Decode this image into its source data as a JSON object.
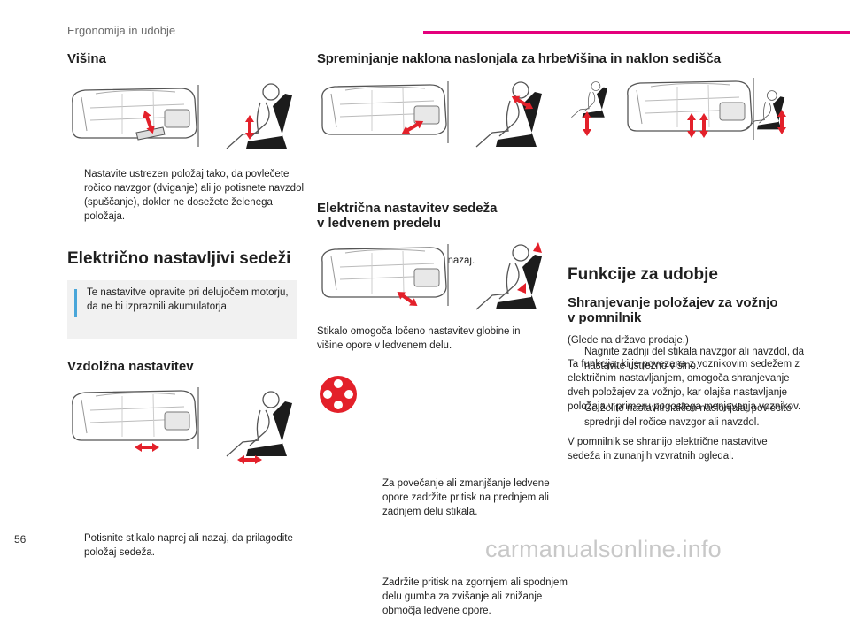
{
  "header": {
    "section": "Ergonomija in udobje"
  },
  "col1": {
    "visina_title": "Višina",
    "visina_text": "Nastavite ustrezen položaj tako, da povlečete ročico navzgor (dviganje) ali jo potisnete navzdol (spuščanje), dokler ne dosežete želenega položaja.",
    "el_title": "Električno nastavljivi sedeži",
    "info_text": "Te nastavitve opravite pri delujočem motorju, da ne bi izpraznili akumulatorja.",
    "vzdolzna_title": "Vzdolžna nastavitev",
    "vzdolzna_text": "Potisnite stikalo naprej ali nazaj, da prilagodite položaj sedeža."
  },
  "col2": {
    "naklon_title": "Spreminjanje naklona naslonjala za hrbet",
    "naklon_text": "Nagnite stikalo naprej ali nazaj.",
    "ledveni_title_1": "Električna nastavitev sedeža",
    "ledveni_title_2": "v ledvenem predelu",
    "ledveni_text": "Stikalo omogoča ločeno nastavitev globine in višine opore v ledvenem delu.",
    "bullet1": "Za povečanje ali zmanjšanje ledvene opore zadržite pritisk na prednjem ali zadnjem delu stikala.",
    "bullet2": "Zadržite pritisk na zgornjem ali spodnjem delu gumba za zvišanje ali znižanje območja ledvene opore."
  },
  "col3": {
    "visina_naklon_title": "Višina in naklon sedišča",
    "bullet1": "Nagnite zadnji del stikala navzgor ali navzdol, da nastavite ustrezno višino.",
    "bullet2": "Če želite nastaviti naklon naslonjala, povlecite sprednji del ročice navzgor ali navzdol.",
    "funkcije_title": "Funkcije za udobje",
    "shranjevanje_title_1": "Shranjevanje položajev za vožnjo",
    "shranjevanje_title_2": "v pomnilnik",
    "glede": "(Glede na državo prodaje.)",
    "para1": "Ta funkcija, ki je povezana z voznikovim sedežem z električnim nastavljanjem, omogoča shranjevanje dveh položajev za vožnjo, kar olajša nastavljanje položaja v primeru pogostega menjavanja voznikov.",
    "para2": "V pomnilnik se shranijo električne nastavitve sedeža in zunanjih vzvratnih ogledal."
  },
  "bullet_mark": "",
  "footer": {
    "page": "56",
    "watermark": "carmanualsonline.info"
  },
  "colors": {
    "accent": "#e4007c",
    "arrow_red": "#e3202a",
    "info_bar": "#49a6d9",
    "info_bg": "#f1f1f1"
  },
  "icons": [
    "seat-illustration",
    "seat-side-view-icon",
    "lumbar-button-icon"
  ]
}
